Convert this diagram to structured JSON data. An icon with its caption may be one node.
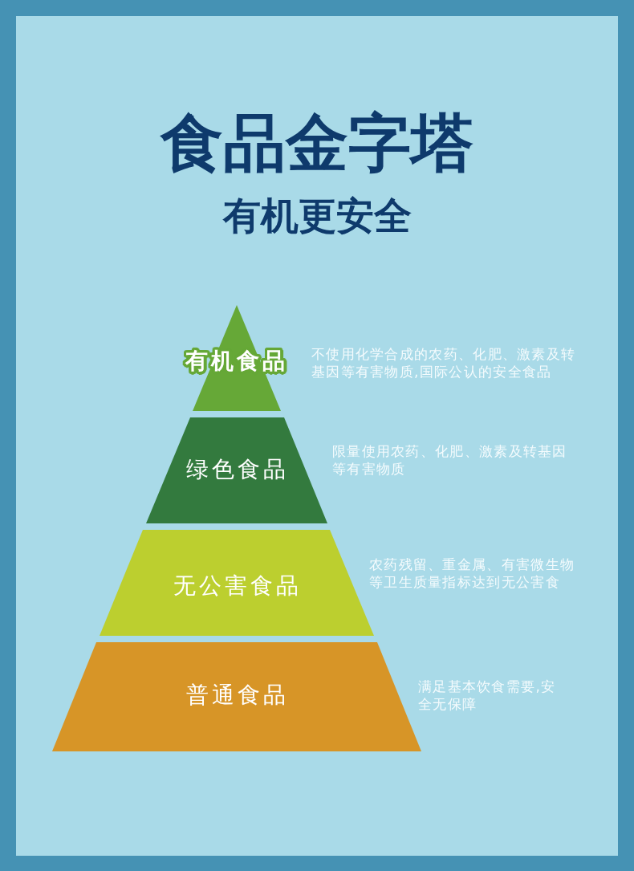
{
  "diagram": {
    "title": "食品金字塔",
    "nodes": [
      {
        "text": [
          "有机食品"
        ],
        "beside": [
          "不使用化学合成的农药、化肥、激素及转基因等有害物质,国际公认的安全食品"
        ]
      },
      {
        "text": [
          "绿色食品"
        ],
        "beside": [
          "限量使用农药、化肥、激素及转基因等有害物质"
        ]
      },
      {
        "text": [
          "无公害食品"
        ],
        "beside": [
          "农药残留、重金属、有害微生物等卫生质量指标达到无公害食"
        ]
      },
      {
        "text": [
          "普通食品"
        ],
        "beside": [
          "满足基本饮食需要,安全无保障"
        ]
      }
    ],
    "labels": [
      "有机更安全"
    ]
  }
}
